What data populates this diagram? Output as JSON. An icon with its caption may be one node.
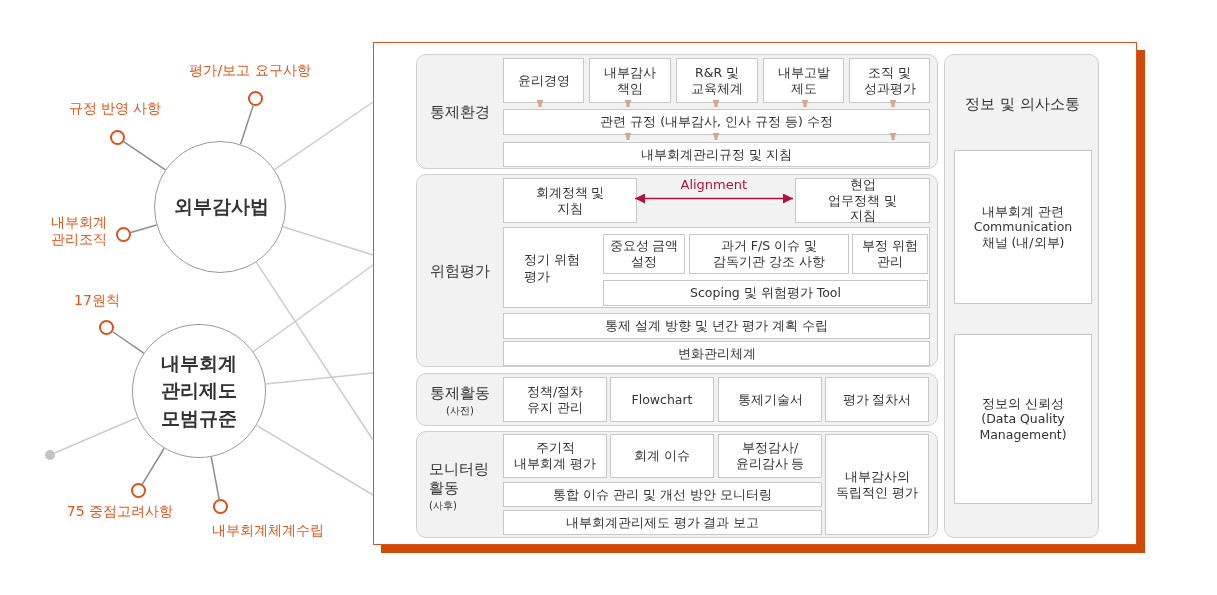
{
  "diagram": {
    "nodes": [
      {
        "text": [
          "외부감사법"
        ]
      },
      {
        "text": [
          "내부회계 관리제도 모범규준"
        ]
      },
      {
        "text": [
          "평가/보고 요구사항"
        ]
      },
      {
        "text": [
          "규정 반영 사항"
        ]
      },
      {
        "text": [
          "내부회계 관리조직"
        ]
      },
      {
        "text": [
          "17원칙"
        ]
      },
      {
        "text": [
          "75 중점고려사항"
        ]
      },
      {
        "text": [
          "내부회계체계수립"
        ]
      },
      {
        "text": [],
        "shape": "circle"
      },
      {
        "text": [],
        "shape": "box"
      },
      {
        "text": [
          "통제환경"
        ],
        "in": 9
      },
      {
        "text": [
          "윤리경영"
        ],
        "in": 10
      },
      {
        "text": [
          "내부감사 책임"
        ],
        "in": 10
      },
      {
        "text": [
          "R&R 및 교육체계"
        ],
        "in": 10
      },
      {
        "text": [
          "내부고발 제도"
        ],
        "in": 10
      },
      {
        "text": [
          "조직 및 성과평가"
        ],
        "in": 10
      },
      {
        "text": [
          "관련 규정 (내부감사, 인사 규정 등) 수정"
        ],
        "in": 10
      },
      {
        "text": [
          "내부회계관리규정 및 지침"
        ],
        "in": 10
      },
      {
        "text": [
          "위험평가"
        ],
        "in": 9
      },
      {
        "text": [
          "회계정책 및 지침"
        ],
        "in": 18
      },
      {
        "text": [
          "현업 업무정책 및 지침"
        ],
        "in": 18
      },
      {
        "text": [
          "정기 위험 평가"
        ],
        "in": 18
      },
      {
        "text": [
          "중요성 금액 설정"
        ],
        "in": 21
      },
      {
        "text": [
          "과거 F/S 이슈 및 감독기관 강조 사항"
        ],
        "in": 21
      },
      {
        "text": [
          "부정 위험 관리"
        ],
        "in": 21
      },
      {
        "text": [
          "Scoping 및 위험평가 Tool"
        ],
        "in": 21
      },
      {
        "text": [
          "통제 설계 방향 및 년간 평가 계획 수립"
        ],
        "in": 18
      },
      {
        "text": [
          "변화관리체계"
        ],
        "in": 18
      },
      {
        "text": [
          "통제활동",
          "(사전)"
        ],
        "in": 9
      },
      {
        "text": [
          "정책/절차 유지 관리"
        ],
        "in": 28
      },
      {
        "text": [
          "Flowchart"
        ],
        "in": 28
      },
      {
        "text": [
          "통제기술서"
        ],
        "in": 28
      },
      {
        "text": [
          "평가 절차서"
        ],
        "in": 28
      },
      {
        "text": [
          "모니터링 활동",
          "(사후)"
        ],
        "in": 9
      },
      {
        "text": [
          "주기적 내부회계 평가"
        ],
        "in": 33
      },
      {
        "text": [
          "회계 이슈"
        ],
        "in": 33
      },
      {
        "text": [
          "부정감사/ 윤리감사 등"
        ],
        "in": 33
      },
      {
        "text": [
          "통합 이슈 관리 및 개선 방안 모니터링"
        ],
        "in": 33
      },
      {
        "text": [
          "내부회계관리제도 평가 결과 보고"
        ],
        "in": 33
      },
      {
        "text": [
          "내부감사의 독립적인 평가"
        ],
        "in": 33
      },
      {
        "text": [
          "정보 및 의사소통"
        ],
        "in": 9
      },
      {
        "text": [
          "내부회계 관련 Communication 채널 (내/외부)"
        ],
        "in": 40
      },
      {
        "text": [
          "정보의 신뢰성 (Data Quality Management)"
        ],
        "in": 40
      }
    ],
    "edges": [
      {
        "from": 2,
        "to": 0,
        "arrow": "none"
      },
      {
        "from": 3,
        "to": 0,
        "arrow": "none"
      },
      {
        "from": 4,
        "to": 0,
        "arrow": "none"
      },
      {
        "from": 5,
        "to": 1,
        "arrow": "none"
      },
      {
        "from": 6,
        "to": 1,
        "arrow": "none"
      },
      {
        "from": 7,
        "to": 1,
        "arrow": "none"
      },
      {
        "from": 8,
        "to": 1,
        "arrow": "none",
        "color": "#cccccc"
      },
      {
        "from": 0,
        "to": 9,
        "arrow": "none",
        "color": "#cccccc"
      },
      {
        "from": 0,
        "to": 9,
        "arrow": "none",
        "color": "#cccccc"
      },
      {
        "from": 0,
        "to": 9,
        "arrow": "none",
        "color": "#cccccc"
      },
      {
        "from": 1,
        "to": 9,
        "arrow": "none",
        "color": "#cccccc"
      },
      {
        "from": 1,
        "to": 9,
        "arrow": "none",
        "color": "#cccccc"
      },
      {
        "from": 1,
        "to": 9,
        "arrow": "none",
        "color": "#cccccc"
      },
      {
        "from": 11,
        "to": 16,
        "arrow": "to",
        "color": "#d9a38c"
      },
      {
        "from": 12,
        "to": 16,
        "arrow": "to",
        "color": "#d9a38c"
      },
      {
        "from": 13,
        "to": 16,
        "arrow": "to",
        "color": "#d9a38c"
      },
      {
        "from": 14,
        "to": 16,
        "arrow": "to",
        "color": "#d9a38c"
      },
      {
        "from": 15,
        "to": 16,
        "arrow": "to",
        "color": "#d9a38c"
      },
      {
        "from": 16,
        "to": 17,
        "arrow": "to",
        "color": "#d9a38c"
      },
      {
        "from": 16,
        "to": 17,
        "arrow": "to",
        "color": "#d9a38c"
      },
      {
        "from": 16,
        "to": 17,
        "arrow": "to",
        "color": "#d9a38c"
      },
      {
        "from": 19,
        "to": 20,
        "arrow": "both",
        "label": "Alignment",
        "color": "#b0123b"
      }
    ]
  }
}
